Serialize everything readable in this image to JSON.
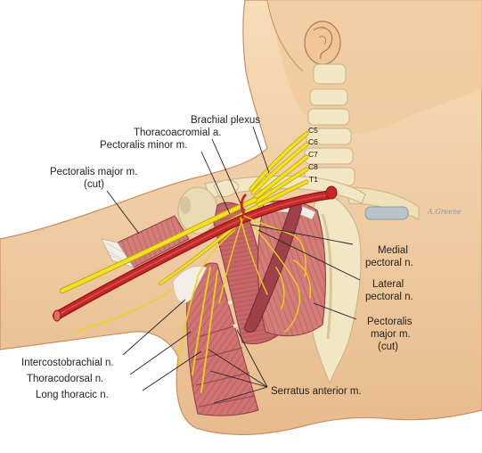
{
  "labels": {
    "brachial_plexus": "Brachial plexus",
    "thoracoacromial": "Thoracoacromial a.",
    "pectoralis_minor": "Pectoralis minor m.",
    "pectoralis_major_cut_left_line1": "Pectoralis major m.",
    "pectoralis_major_cut_left_line2": "(cut)",
    "medial_pectoral_line1": "Medial",
    "medial_pectoral_line2": "pectoral n.",
    "lateral_pectoral_line1": "Lateral",
    "lateral_pectoral_line2": "pectoral n.",
    "pectoralis_major_cut_right_line1": "Pectoralis",
    "pectoralis_major_cut_right_line2": "major m.",
    "pectoralis_major_cut_right_line3": "(cut)",
    "intercostobrachial": "Intercostobrachial n.",
    "thoracodorsal": "Thoracodorsal n.",
    "long_thoracic": "Long thoracic n.",
    "serratus_anterior": "Serratus anterior m."
  },
  "roots": [
    "C5",
    "C6",
    "C7",
    "C8",
    "T1"
  ],
  "signature": "A.Greene",
  "colors": {
    "skin": "#f2cfa4",
    "skin_shade": "#e2b084",
    "skin_outline": "#c98e62",
    "bone": "#f3e6c4",
    "bone_shade": "#d9c59b",
    "muscle": "#c96b6b",
    "muscle_dark": "#a94a4f",
    "muscle_light": "#e9b3ab",
    "nerve": "#f3e21b",
    "nerve_outline": "#b8a417",
    "artery": "#c42828",
    "artery_dark": "#8f1414"
  }
}
